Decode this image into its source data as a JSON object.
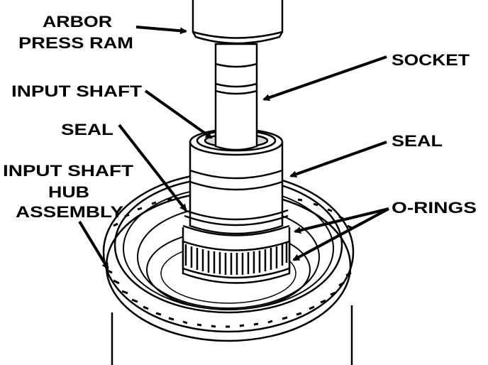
{
  "labels": {
    "arbor_press_ram_line1": "ARBOR",
    "arbor_press_ram_line2": "PRESS RAM",
    "socket": "SOCKET",
    "input_shaft": "INPUT SHAFT",
    "seal_left": "SEAL",
    "seal_right": "SEAL",
    "input_shaft_hub_line1": "INPUT SHAFT",
    "input_shaft_hub_line2": "HUB",
    "input_shaft_hub_line3": "ASSEMBLY",
    "o_rings": "O-RINGS"
  },
  "colors": {
    "ink": "#000000",
    "paper": "#ffffff",
    "shade": "#d9d9d9"
  }
}
